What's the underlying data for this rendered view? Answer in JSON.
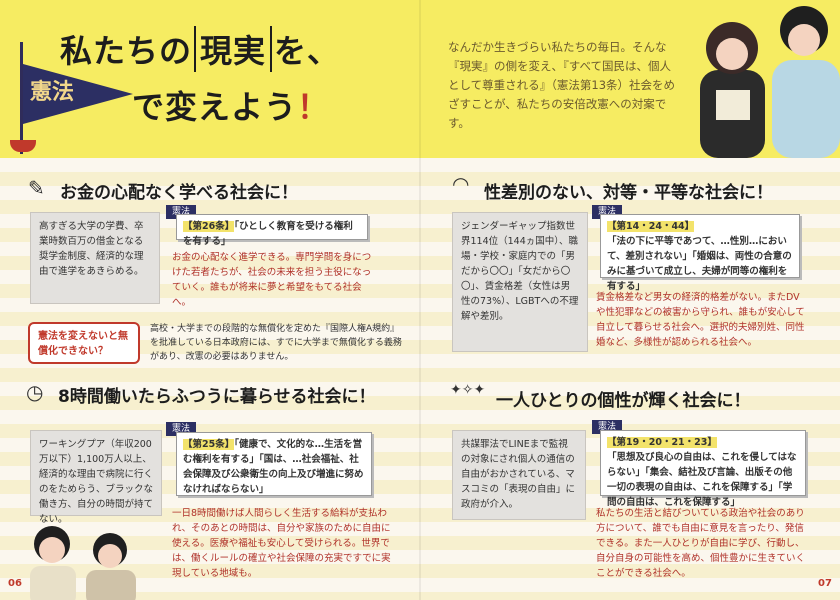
{
  "header": {
    "title_part1": "私たちの",
    "title_bracket": "現実",
    "title_part2": "を、",
    "title_line2": "で変えよう",
    "title_exclaim": "！",
    "pennant_text": "憲法",
    "intro": "なんだか生きづらい私たちの毎日。そんな『現実』の側を変え、『すべて国民は、個人として尊重される』（憲法第13条）社会をめざすことが、私たちの安倍改憲への対案です。"
  },
  "sections": [
    {
      "title": "お金の心配なく学べる社会に！",
      "icon": "pencil-icon",
      "situation": "高すぎる大学の学費、卒業時数百万の借金となる奨学金制度、経済的な理由で進学をあきらめる。",
      "flag_label": "憲法",
      "clause_ref": "【第26条】",
      "clause_text": "「ひとしく教育を受ける権利を有する」",
      "body": "お金の心配なく進学できる。専門学問を身につけた若者たちが、社会の未来を担う主役になっていく。誰もが将来に夢と希望をもてる社会へ。",
      "question": "憲法を変えないと無償化できない？",
      "answer": "高校・大学までの段階的な無償化を定めた『国際人権A規約』を批准している日本政府には、すでに大学まで無償化する義務があり、改憲の必要はありません。"
    },
    {
      "title": "性差別のない、対等・平等な社会に！",
      "icon": "rainbow-icon",
      "situation": "ジェンダーギャップ指数世界114位（144ヵ国中）、職場・学校・家庭内での「男だから〇〇」「女だから〇〇」、賃金格差（女性は男性の73%）、LGBTへの不理解や差別。",
      "flag_label": "憲法",
      "clause_ref": "【第14・24・44】",
      "clause_text": "「法の下に平等であつて、…性別…において、差別されない」「婚姻は、両性の合意のみに基づいて成立し、夫婦が同等の権利を有する」",
      "body": "賃金格差など男女の経済的格差がない。またDVや性犯罪などの被害から守られ、誰もが安心して自立して暮らせる社会へ。選択的夫婦別姓、同性婚など、多様性が認められる社会へ。"
    },
    {
      "title": "8時間働いたらふつうに暮らせる社会に！",
      "icon": "clock-icon",
      "situation": "ワーキングプア（年収200万以下）1,100万人以上、経済的な理由で病院に行くのをためらう、ブラックな働き方、自分の時間が持てない。",
      "flag_label": "憲法",
      "clause_ref": "【第25条】",
      "clause_text": "「健康で、文化的な…生活を営む権利を有する」「国は、…社会福祉、社会保障及び公衆衛生の向上及び増進に努めなければならない」",
      "body": "一日8時間働けば人間らしく生活する給料が支払われ、そのあとの時間は、自分や家族のために自由に使える。医療や福祉も安心して受けられる。世界では、働くルールの確立や社会保障の充実ですでに実現している地域も。"
    },
    {
      "title": "一人ひとりの個性が輝く社会に！",
      "icon": "sparkle-icon",
      "situation": "共謀罪法でLINEまで監視の対象にされ個人の通信の自由がおかされている、マスコミの「表現の自由」に政府が介入。",
      "flag_label": "憲法",
      "clause_ref": "【第19・20・21・23】",
      "clause_text": "「思想及び良心の自由は、これを侵してはならない」「集会、結社及び言論、出版その他一切の表現の自由は、これを保障する」「学問の自由は、これを保障する」",
      "body": "私たちの生活と結びついている政治や社会のあり方について、誰でも自由に意見を言ったり、発信できる。また一人ひとりが自由に学び、行動し、自分自身の可能性を高め、個性豊かに生きていくことができる社会へ。"
    }
  ],
  "page_numbers": {
    "left": "06",
    "right": "07"
  }
}
